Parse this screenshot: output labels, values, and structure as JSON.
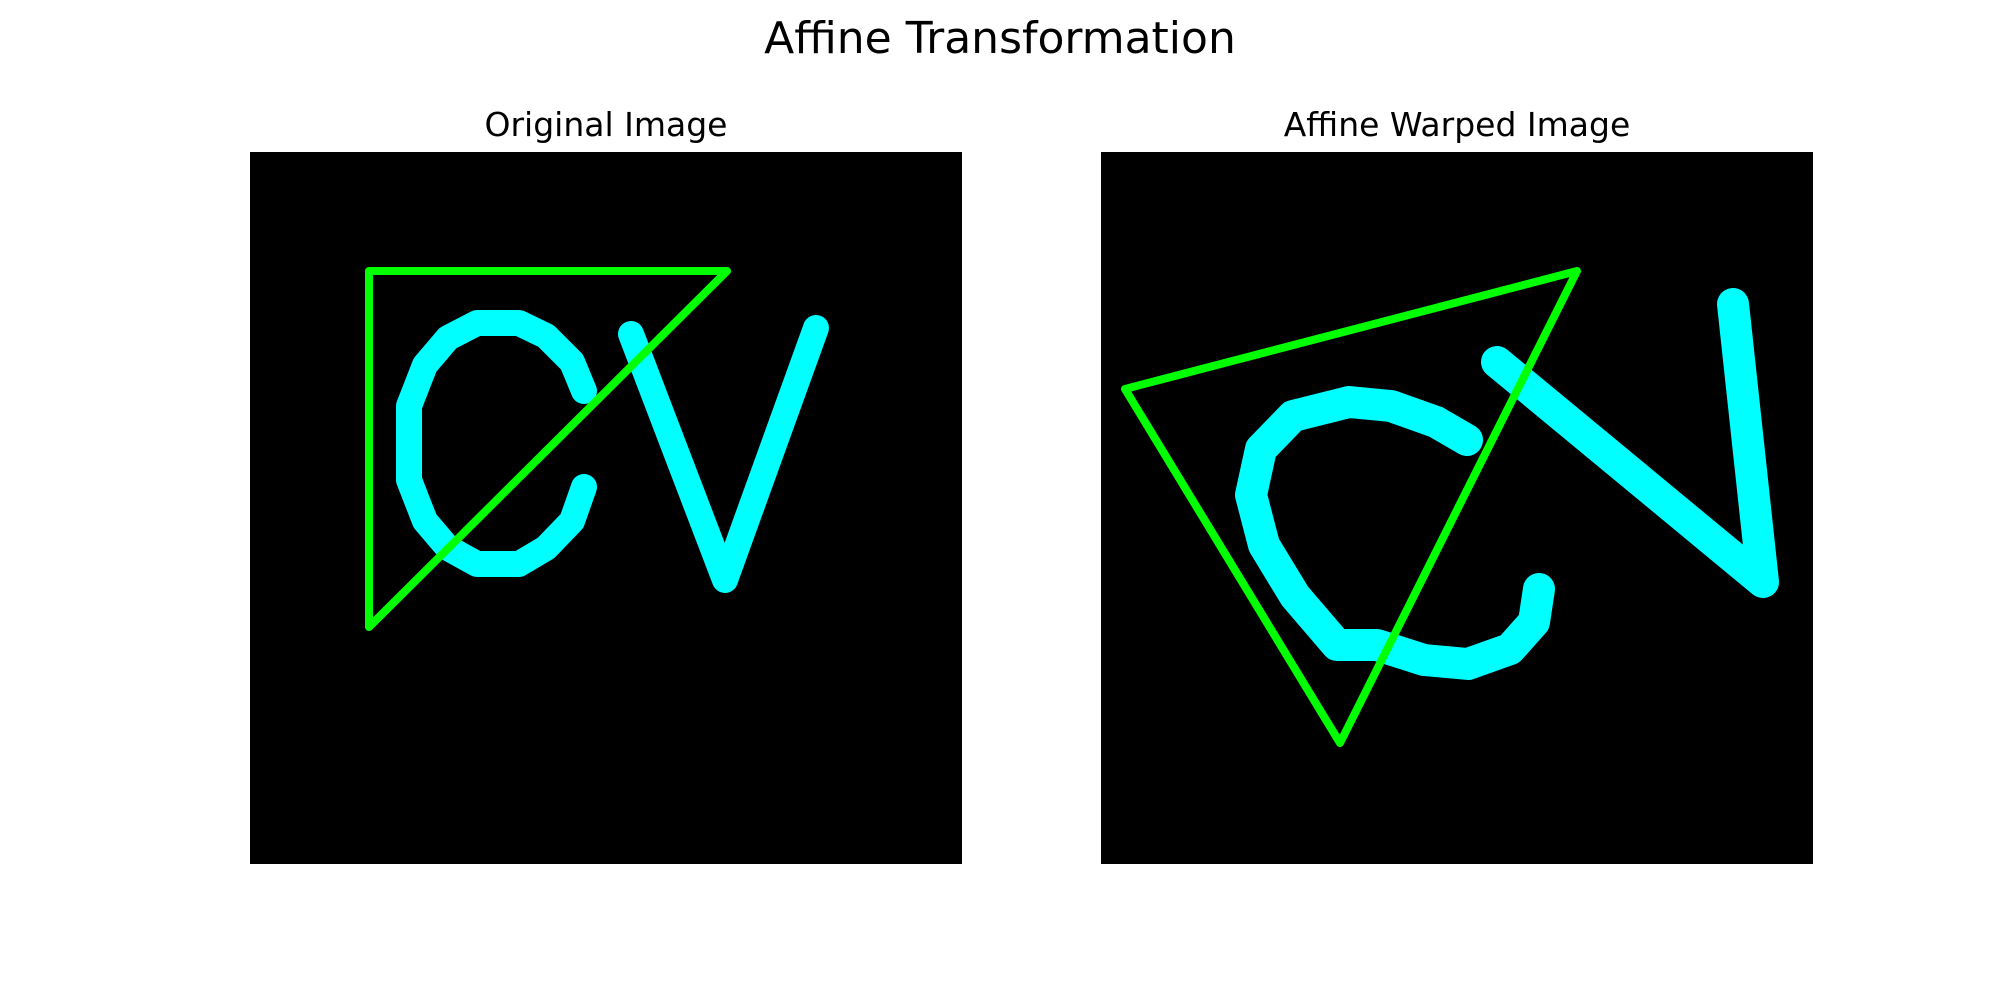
{
  "figure": {
    "title": "Affine Transformation"
  },
  "panels": [
    {
      "title": "Original Image",
      "background_color": "#000000"
    },
    {
      "title": "Affine Warped Image",
      "background_color": "#000000"
    }
  ],
  "colors": {
    "triangle": "#00ff00",
    "letters": "#00ffff",
    "page_background": "#ffffff"
  },
  "letters_text": "CV"
}
